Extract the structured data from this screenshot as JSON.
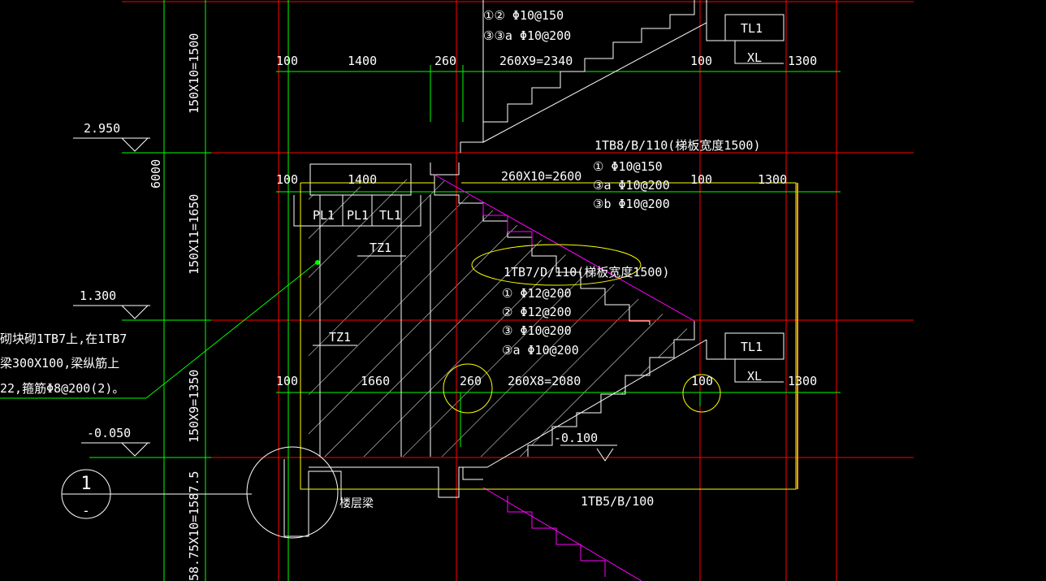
{
  "colors": {
    "background": "#000000",
    "axis_line": "#ff0000",
    "dimension_line": "#00ff00",
    "structure_line": "#ffffff",
    "slab_outline": "#ffff00",
    "stair_edge": "#ff00ff",
    "hatch": "#ffffff",
    "highlight_circle": "#ffff00",
    "edge_line": "#ff9900"
  },
  "top_notes": {
    "bar1": "①② Φ10@150",
    "bar2": "③③a Φ10@200"
  },
  "top_dims": {
    "d1": "100",
    "d2": "1400",
    "d3": "260",
    "d4": "260X9=2340",
    "d5": "100",
    "d6": "1300"
  },
  "tags": {
    "tl_top": "TL1",
    "xl_top": "XL",
    "tl_bottom": "TL1",
    "xl_bottom": "XL",
    "pl1_a": "PL1",
    "pl1_b": "PL1",
    "tl1_mid": "TL1",
    "tz1_a": "TZ1",
    "tz1_b": "TZ1",
    "floor_beam": "楼层梁"
  },
  "tb8": {
    "title": "1TB8/B/110(梯板宽度1500)",
    "bar1": "① Φ10@150",
    "bar2": "③a Φ10@200",
    "bar3": "③b Φ10@200"
  },
  "mid_dims": {
    "d1": "100",
    "d2": "1400",
    "d3": "260X10=2600",
    "d4": "100",
    "d5": "1300"
  },
  "tb7": {
    "title": "1TB7/D/110(梯板宽度1500)",
    "bar1": "① Φ12@200",
    "bar2": "② Φ12@200",
    "bar3": "③ Φ10@200",
    "bar4": "③a Φ10@200"
  },
  "bottom_dims": {
    "d1": "100",
    "d2": "1660",
    "d3": "260",
    "d4": "260X8=2080",
    "d5": "100",
    "d6": "1300"
  },
  "levels": {
    "l1": "2.950",
    "l2": "1.300",
    "l3": "-0.050",
    "l4": "-0.100"
  },
  "vertical_dims": {
    "v1": "150X10=1500",
    "v2": "6000",
    "v3": "150X11=1650",
    "v4": "150X9=1350",
    "v5": "58.75X10=1587.5"
  },
  "left_note": {
    "line1": "砌块砌1TB7上,在1TB7",
    "line2": "梁300X100,梁纵筋上",
    "line3": "22,箍筋Φ8@200(2)。"
  },
  "section_mark": {
    "number": "1",
    "sub": "-"
  },
  "tb5": {
    "title": "1TB5/B/100"
  }
}
